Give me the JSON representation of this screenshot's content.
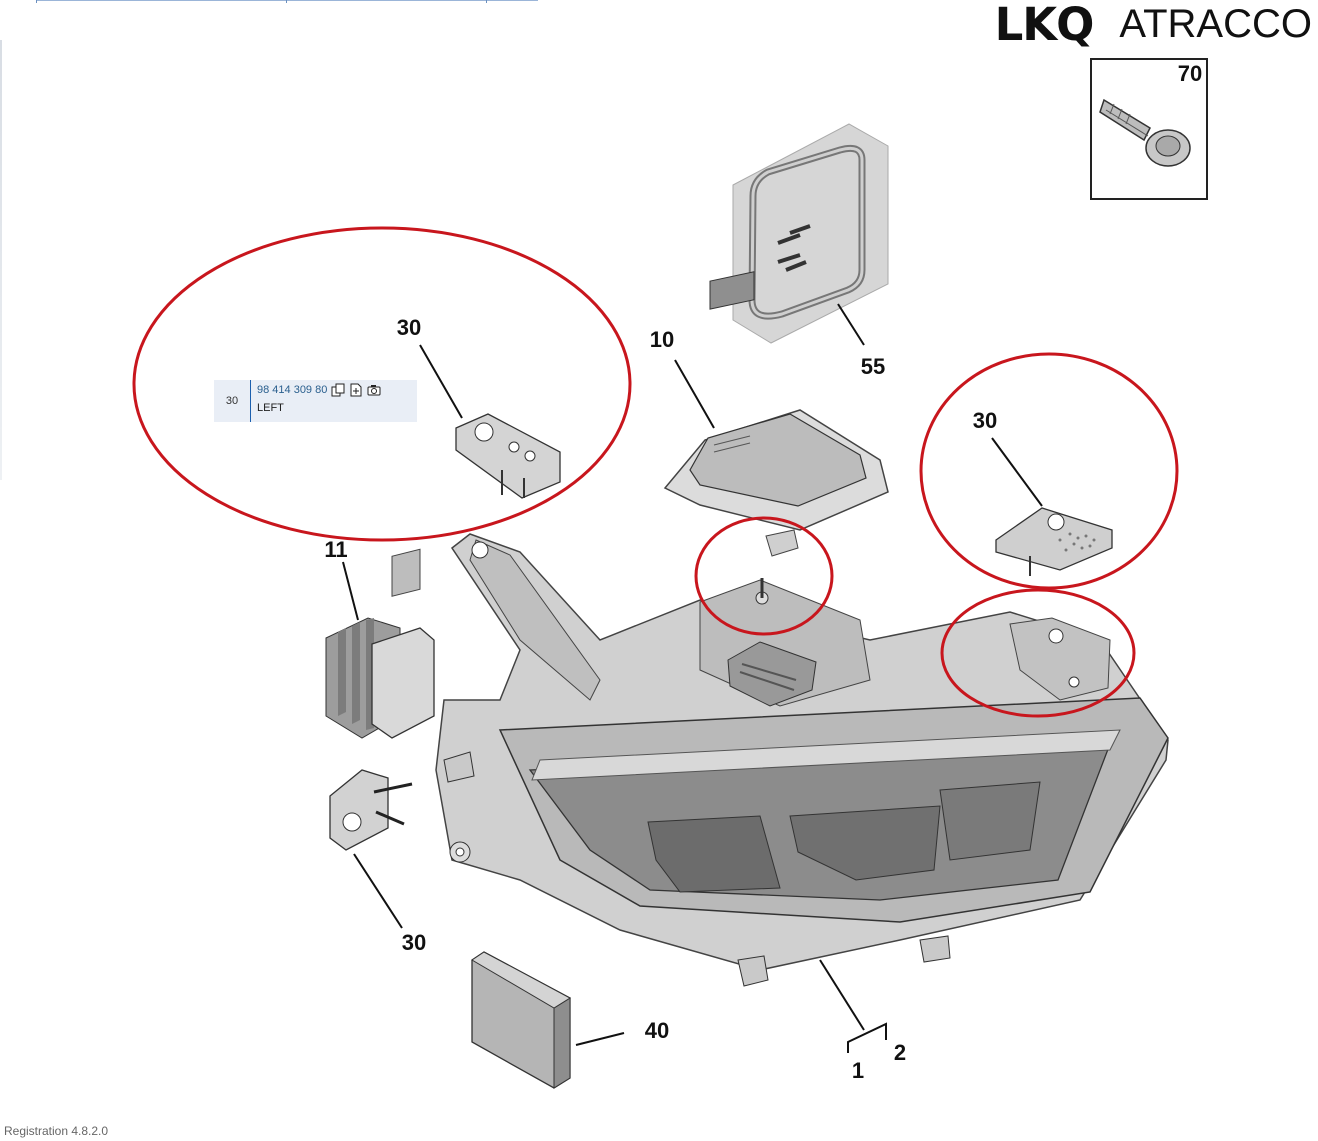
{
  "brand": {
    "lkq": "LKQ",
    "atracco": "ATRACCO"
  },
  "callouts": {
    "c70": "70",
    "c55": "55",
    "c30_left": "30",
    "c10": "10",
    "c30_right": "30",
    "c11": "11",
    "c30_bottom": "30",
    "c40": "40",
    "c1": "1",
    "c2": "2"
  },
  "popup": {
    "ref": "30",
    "part_number": "98 414 309 80",
    "side": "LEFT",
    "icons": [
      "copy-icon",
      "add-document-icon",
      "camera-icon"
    ]
  },
  "highlight_color": "#c8161d",
  "footer": {
    "version": "Registration 4.8.2.0"
  }
}
